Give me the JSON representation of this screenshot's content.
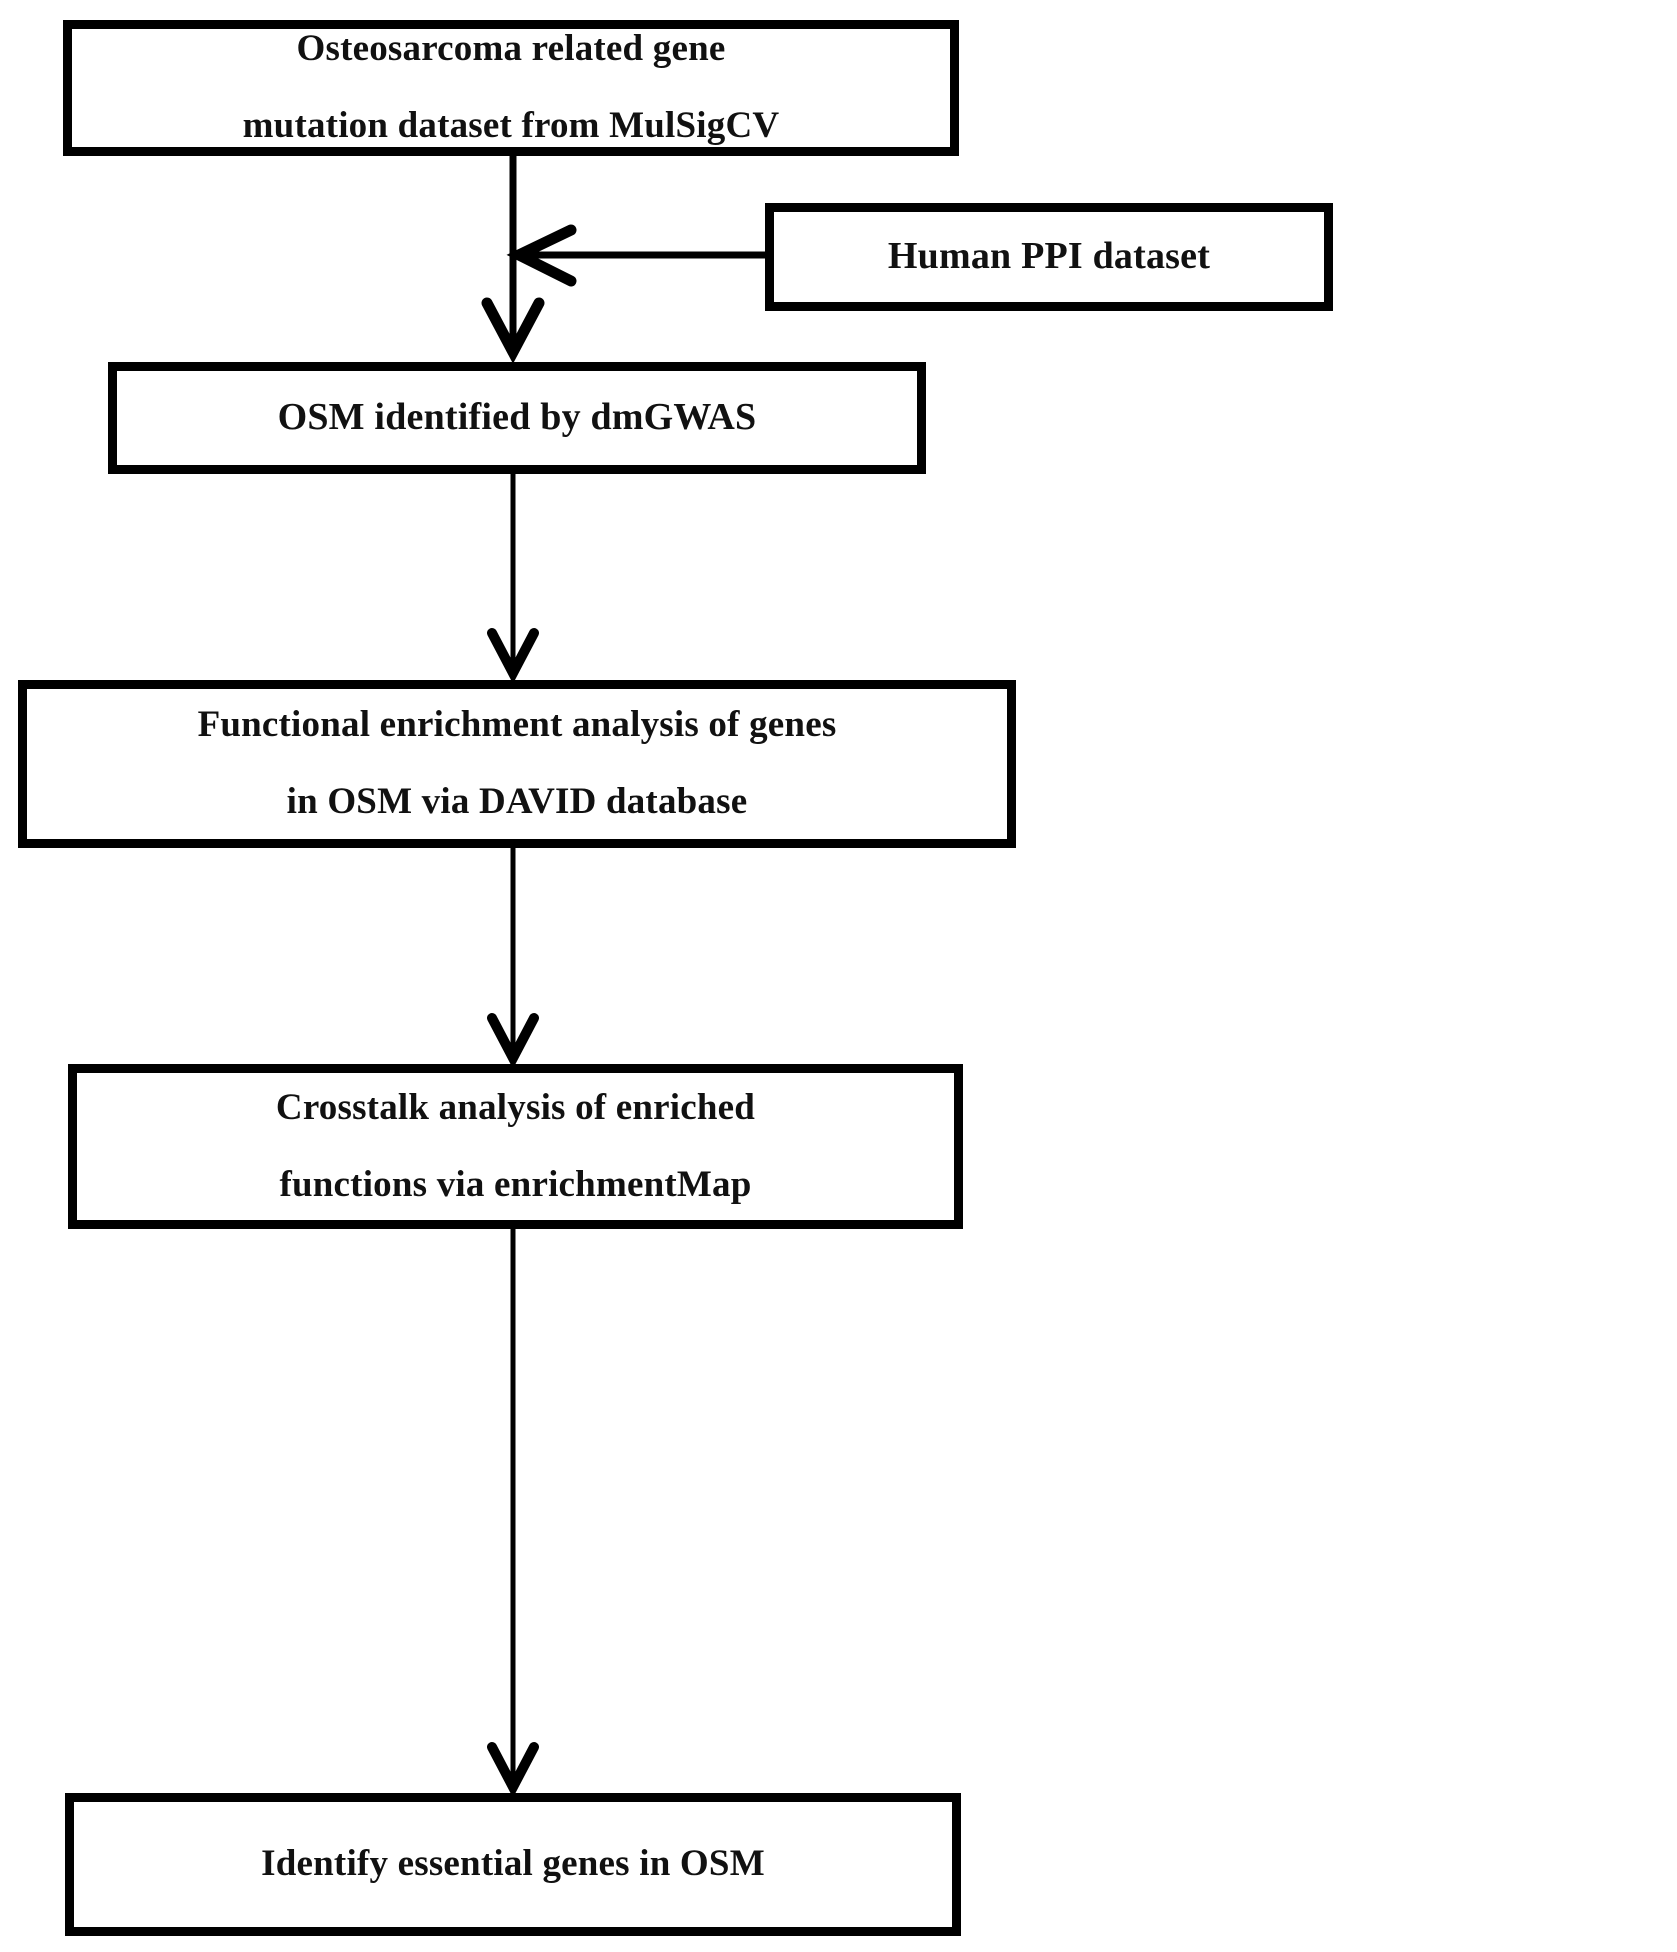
{
  "figure": {
    "type": "flowchart",
    "title": "Osteosarcoma module analysis workflow",
    "orientation": "top-to-bottom",
    "background_color": "#ffffff",
    "stroke_color": "#000000"
  },
  "nodes": [
    {
      "id": "source",
      "shape": "rectangle",
      "lines": [
        "Osteosarcoma related gene",
        "mutation dataset from MulSigCV"
      ]
    },
    {
      "id": "ppi",
      "shape": "rectangle",
      "lines": [
        "Human PPI dataset"
      ]
    },
    {
      "id": "osm",
      "shape": "rectangle",
      "lines": [
        "OSM identified by dmGWAS"
      ]
    },
    {
      "id": "enrichment",
      "shape": "rectangle",
      "lines": [
        "Functional enrichment analysis of genes",
        "in OSM via DAVID database"
      ]
    },
    {
      "id": "crosstalk",
      "shape": "rectangle",
      "lines": [
        "Crosstalk analysis of enriched",
        "functions via enrichmentMap"
      ]
    },
    {
      "id": "essential",
      "shape": "rectangle",
      "lines": [
        "Identify essential genes in OSM"
      ]
    }
  ],
  "edges": [
    {
      "id": "e1",
      "from": "source",
      "to": "osm",
      "direction": "down",
      "arrowhead": "open-v"
    },
    {
      "id": "e2",
      "from": "ppi",
      "to": "osm",
      "direction": "left",
      "arrowhead": "open-v"
    },
    {
      "id": "e3",
      "from": "osm",
      "to": "enrichment",
      "direction": "down",
      "arrowhead": "open-v"
    },
    {
      "id": "e4",
      "from": "enrichment",
      "to": "crosstalk",
      "direction": "down",
      "arrowhead": "open-v"
    },
    {
      "id": "e5",
      "from": "crosstalk",
      "to": "essential",
      "direction": "down",
      "arrowhead": "open-v"
    }
  ]
}
